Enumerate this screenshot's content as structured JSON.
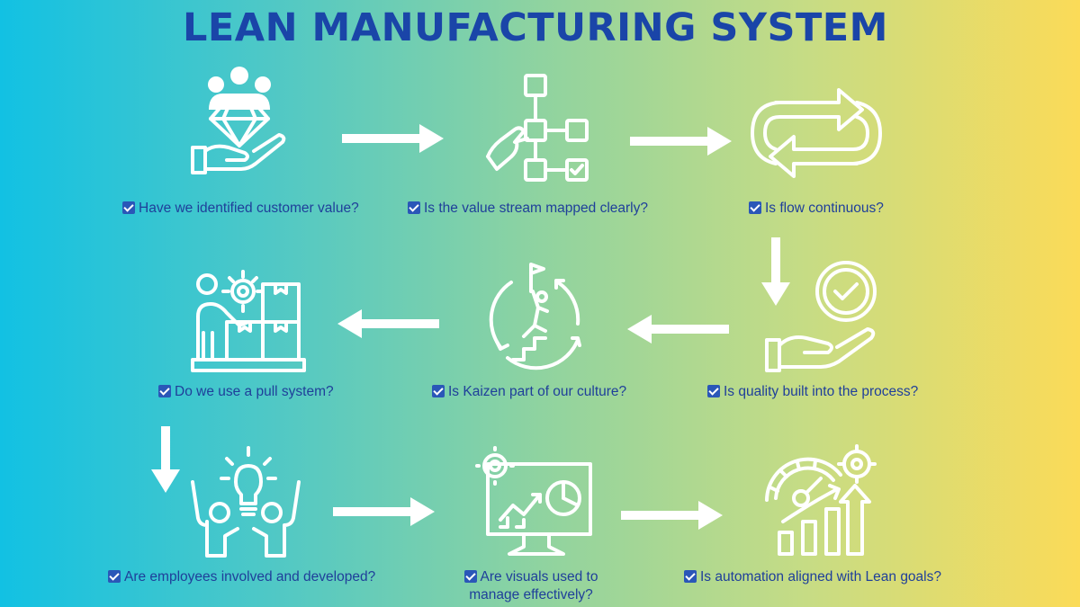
{
  "title": "LEAN MANUFACTURING SYSTEM",
  "steps": [
    {
      "label": "Have we identified customer value?",
      "icon": "customer-value-icon"
    },
    {
      "label": "Is the value stream mapped clearly?",
      "icon": "value-stream-map-icon"
    },
    {
      "label": "Is flow continuous?",
      "icon": "continuous-flow-icon"
    },
    {
      "label": "Is quality built into the process?",
      "icon": "quality-hand-icon"
    },
    {
      "label": "Is Kaizen part of our culture?",
      "icon": "kaizen-climb-icon"
    },
    {
      "label": "Do we use a pull system?",
      "icon": "pull-system-icon"
    },
    {
      "label": "Are employees involved and developed?",
      "icon": "employee-idea-icon"
    },
    {
      "label": "Are visuals used to manage effectively?",
      "icon": "visual-dashboard-icon"
    },
    {
      "label": "Is automation aligned with Lean goals?",
      "icon": "automation-growth-icon"
    }
  ],
  "colors": {
    "title": "#1a45a8",
    "label": "#1f3f9a",
    "checkbox": "#2a57b8",
    "icon": "#ffffff"
  }
}
